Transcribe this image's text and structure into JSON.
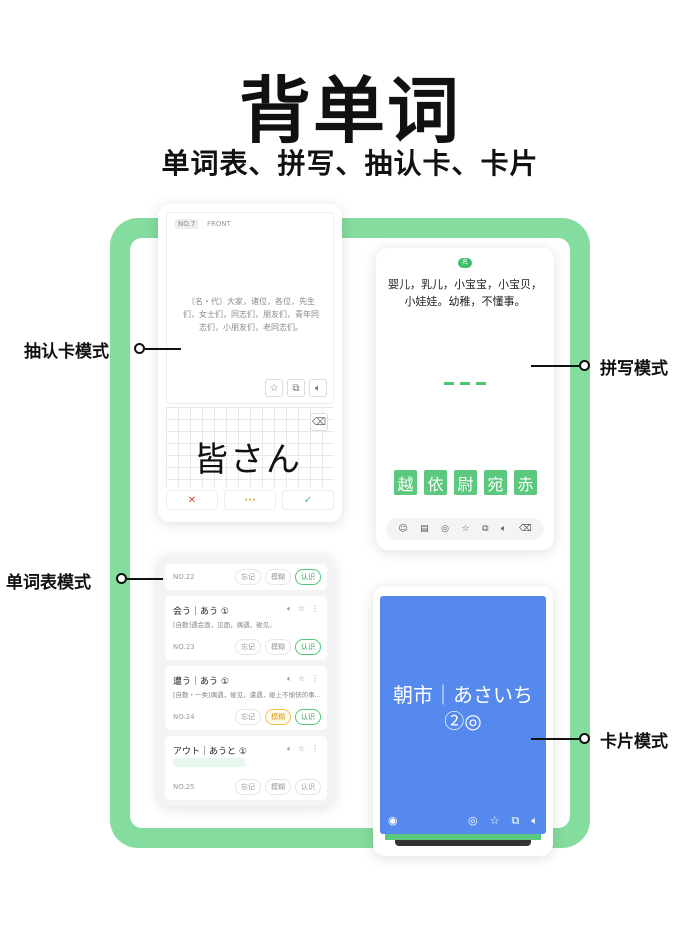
{
  "header": {
    "title": "背单词",
    "subtitle": "单词表、拼写、抽认卡、卡片"
  },
  "labels": {
    "flashcard": "抽认卡模式",
    "spelling": "拼写模式",
    "wordlist": "单词表模式",
    "card": "卡片模式"
  },
  "flashcard": {
    "no": "NO.7",
    "side": "FRONT",
    "definition": "〔名・代〕大家，诸位，各位，先生们，女士们，同志们，朋友们，青年同志们，小朋友们，老同志们。",
    "handwriting": "皆さん",
    "actions": [
      "✕",
      "···",
      "✓"
    ]
  },
  "spelling": {
    "badge": "名",
    "definition": "婴儿，乳儿，小宝宝，小宝贝，小娃娃。幼稚，不懂事。",
    "tiles": [
      "越",
      "依",
      "尉",
      "宛",
      "赤"
    ]
  },
  "wordlist": {
    "pills": [
      "忘记",
      "模糊",
      "认识"
    ],
    "rows": [
      {
        "no": "NO.22"
      },
      {
        "word": "会う｜あう ①",
        "def": "[自動]遇会面，见面，偶遇，碰见。",
        "no": "NO.23"
      },
      {
        "word": "遭う｜あう ①",
        "def": "[自動・一类]偶遇，碰见，遭遇，碰上不愉快的事...",
        "no": "NO.24"
      },
      {
        "word": "アウト｜あうと ①",
        "def": "",
        "no": "NO.25"
      }
    ]
  },
  "card": {
    "word": "朝市｜あさいち ②◎"
  },
  "colors": {
    "accent_green": "#84dc9e",
    "tile_green": "#5cc87e",
    "card_blue": "#5689ee"
  }
}
